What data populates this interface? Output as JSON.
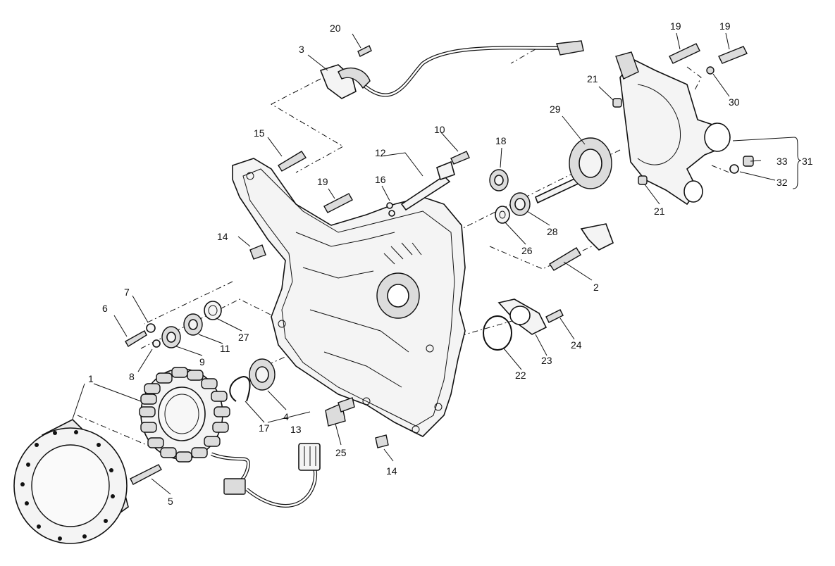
{
  "diagram": {
    "callouts": [
      {
        "id": "c1",
        "text": "1"
      },
      {
        "id": "c2",
        "text": "2"
      },
      {
        "id": "c3",
        "text": "3"
      },
      {
        "id": "c4",
        "text": "4"
      },
      {
        "id": "c5",
        "text": "5"
      },
      {
        "id": "c6",
        "text": "6"
      },
      {
        "id": "c7",
        "text": "7"
      },
      {
        "id": "c8",
        "text": "8"
      },
      {
        "id": "c9",
        "text": "9"
      },
      {
        "id": "c10",
        "text": "10"
      },
      {
        "id": "c11",
        "text": "11"
      },
      {
        "id": "c12",
        "text": "12"
      },
      {
        "id": "c13",
        "text": "13"
      },
      {
        "id": "c14a",
        "text": "14"
      },
      {
        "id": "c14b",
        "text": "14"
      },
      {
        "id": "c15",
        "text": "15"
      },
      {
        "id": "c16",
        "text": "16"
      },
      {
        "id": "c17",
        "text": "17"
      },
      {
        "id": "c18",
        "text": "18"
      },
      {
        "id": "c19a",
        "text": "19"
      },
      {
        "id": "c19b",
        "text": "19"
      },
      {
        "id": "c19c",
        "text": "19"
      },
      {
        "id": "c20",
        "text": "20"
      },
      {
        "id": "c21a",
        "text": "21"
      },
      {
        "id": "c21b",
        "text": "21"
      },
      {
        "id": "c22",
        "text": "22"
      },
      {
        "id": "c23",
        "text": "23"
      },
      {
        "id": "c24",
        "text": "24"
      },
      {
        "id": "c25",
        "text": "25"
      },
      {
        "id": "c26",
        "text": "26"
      },
      {
        "id": "c27",
        "text": "27"
      },
      {
        "id": "c28",
        "text": "28"
      },
      {
        "id": "c29",
        "text": "29"
      },
      {
        "id": "c30",
        "text": "30"
      },
      {
        "id": "c31",
        "text": "31"
      },
      {
        "id": "c32",
        "text": "32"
      },
      {
        "id": "c33",
        "text": "33"
      }
    ]
  }
}
